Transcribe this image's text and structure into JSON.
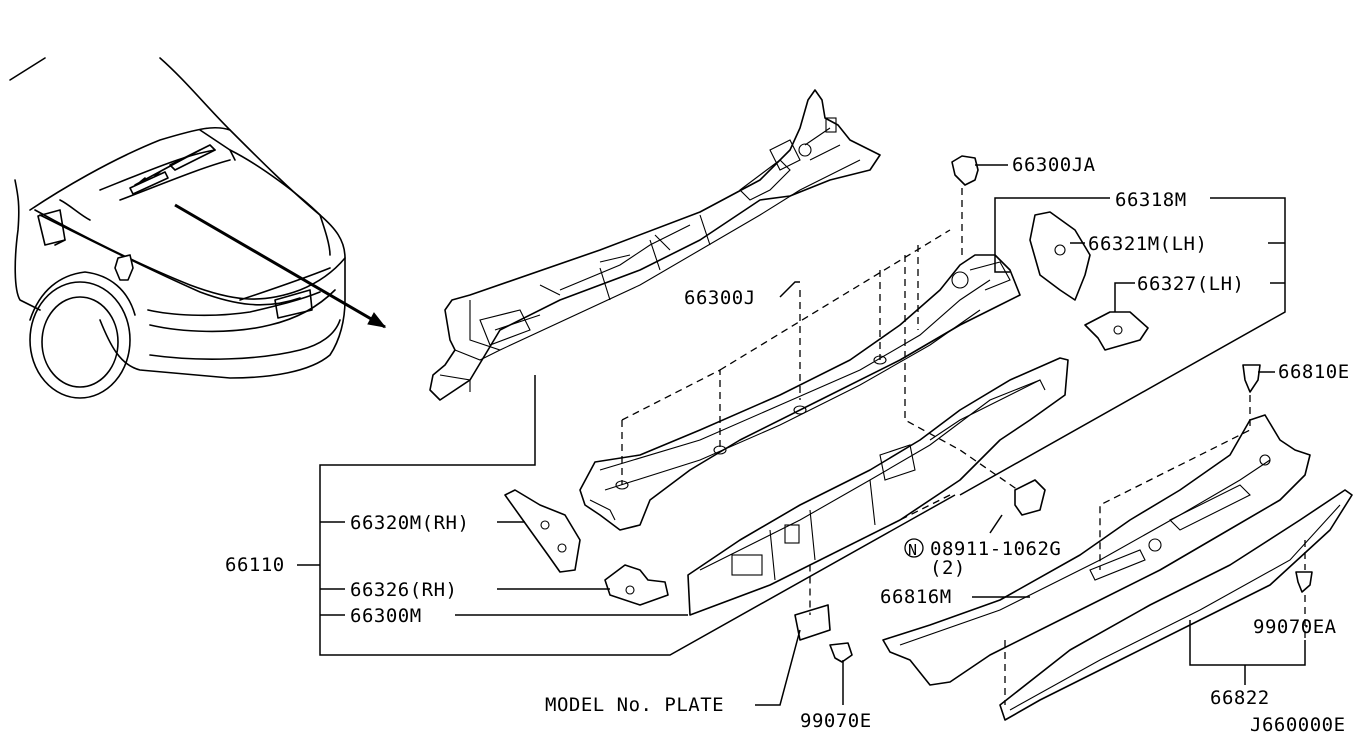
{
  "labels": {
    "l66300JA": "66300JA",
    "l66318M": "66318M",
    "l66321M": "66321M(LH)",
    "l66327": "66327(LH)",
    "l66300J": "66300J",
    "l66810E": "66810E",
    "l66320M": "66320M(RH)",
    "l66110": "66110",
    "l66326": "66326(RH)",
    "l66300M": "66300M",
    "l08911": "08911-1062G",
    "l08911qty": "(2)",
    "l08911sym": "N",
    "l66816M": "66816M",
    "l99070EA": "99070EA",
    "l66822": "66822",
    "lPlate": "MODEL No. PLATE",
    "l99070E": "99070E",
    "lDiagram": "J660000E"
  }
}
